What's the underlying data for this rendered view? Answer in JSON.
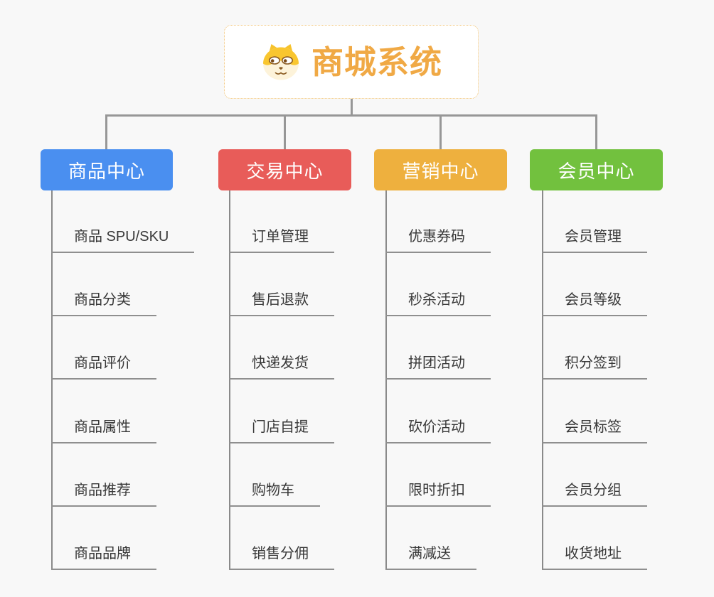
{
  "root": {
    "title": "商城系统",
    "icon": "dog-icon",
    "title_color": "#f0a945"
  },
  "colors": {
    "connector_gray": "#979797",
    "underline_gray": "#8f8f8f",
    "leaf_text": "#383838",
    "root_border": "#f2c475"
  },
  "branches": [
    {
      "label": "商品中心",
      "color": "#4a8ff0",
      "items": [
        "商品 SPU/SKU",
        "商品分类",
        "商品评价",
        "商品属性",
        "商品推荐",
        "商品品牌"
      ]
    },
    {
      "label": "交易中心",
      "color": "#e85c59",
      "items": [
        "订单管理",
        "售后退款",
        "快递发货",
        "门店自提",
        "购物车",
        "销售分佣"
      ]
    },
    {
      "label": "营销中心",
      "color": "#eeb03e",
      "items": [
        "优惠券码",
        "秒杀活动",
        "拼团活动",
        "砍价活动",
        "限时折扣",
        "满减送"
      ]
    },
    {
      "label": "会员中心",
      "color": "#72c13e",
      "items": [
        "会员管理",
        "会员等级",
        "积分签到",
        "会员标签",
        "会员分组",
        "收货地址"
      ]
    }
  ]
}
